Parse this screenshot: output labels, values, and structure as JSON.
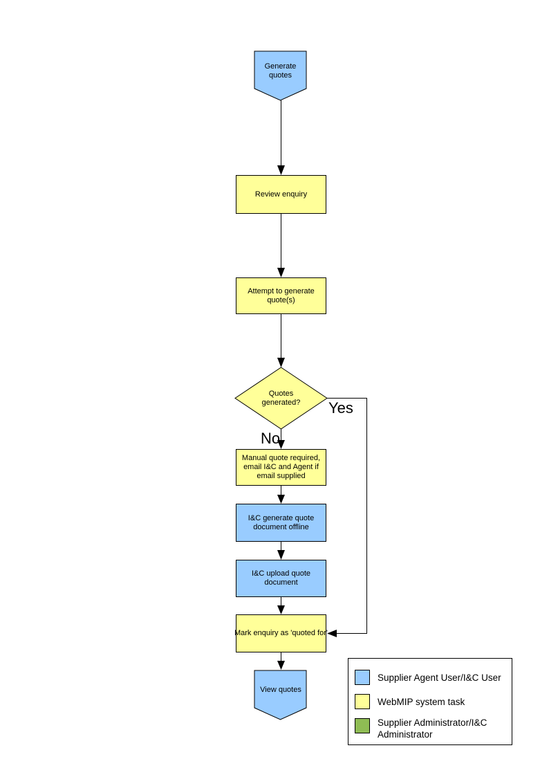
{
  "colors": {
    "user_task": "#99CCFF",
    "system_task": "#FFFF99",
    "admin_task": "#8FBC54",
    "line": "#000000"
  },
  "flowchart": {
    "nodes": {
      "start": {
        "label": "Generate\nquotes",
        "shape": "offpage-connector",
        "role": "user_task"
      },
      "review": {
        "label": "Review enquiry",
        "shape": "process",
        "role": "system_task"
      },
      "attempt": {
        "label": "Attempt to generate\nquote(s)",
        "shape": "process",
        "role": "system_task"
      },
      "decision": {
        "label": "Quotes\ngenerated?",
        "shape": "decision",
        "role": "system_task"
      },
      "manual": {
        "label": "Manual quote required,\nemail I&C and Agent if\nemail supplied",
        "shape": "process",
        "role": "system_task"
      },
      "offline": {
        "label": "I&C generate quote\ndocument offline",
        "shape": "process",
        "role": "user_task"
      },
      "upload": {
        "label": "I&C upload quote\ndocument",
        "shape": "process",
        "role": "user_task"
      },
      "mark": {
        "label": "Mark enquiry as 'quoted for'",
        "shape": "process",
        "role": "system_task"
      },
      "end": {
        "label": "View quotes",
        "shape": "offpage-connector",
        "role": "user_task"
      }
    },
    "branch_labels": {
      "yes": "Yes",
      "no": "No"
    }
  },
  "legend": {
    "items": [
      {
        "label": "Supplier Agent User/I&C User",
        "color_key": "user_task"
      },
      {
        "label": "WebMIP system task",
        "color_key": "system_task"
      },
      {
        "label": "Supplier Administrator/I&C\nAdministrator",
        "color_key": "admin_task"
      }
    ]
  }
}
